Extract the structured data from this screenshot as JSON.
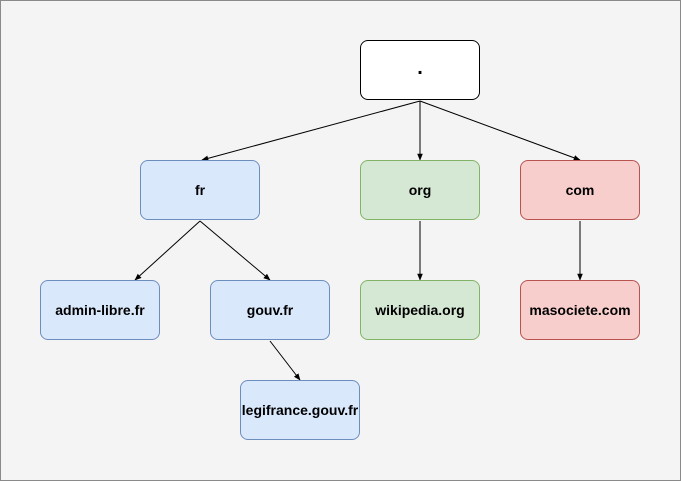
{
  "nodes": {
    "root": ".",
    "fr": "fr",
    "org": "org",
    "com": "com",
    "admin_libre": "admin-libre.fr",
    "gouv": "gouv.fr",
    "wikipedia": "wikipedia.org",
    "masociete": "masociete.com",
    "legifrance": "legifrance.gouv.fr"
  },
  "colors": {
    "root_fill": "#ffffff",
    "blue_fill": "#dae8fc",
    "blue_stroke": "#6c8ebf",
    "green_fill": "#d5e8d4",
    "green_stroke": "#82b366",
    "red_fill": "#f8cecc",
    "red_stroke": "#b85450"
  },
  "edges": [
    [
      "root",
      "fr"
    ],
    [
      "root",
      "org"
    ],
    [
      "root",
      "com"
    ],
    [
      "fr",
      "admin_libre"
    ],
    [
      "fr",
      "gouv"
    ],
    [
      "gouv",
      "legifrance"
    ],
    [
      "org",
      "wikipedia"
    ],
    [
      "com",
      "masociete"
    ]
  ]
}
